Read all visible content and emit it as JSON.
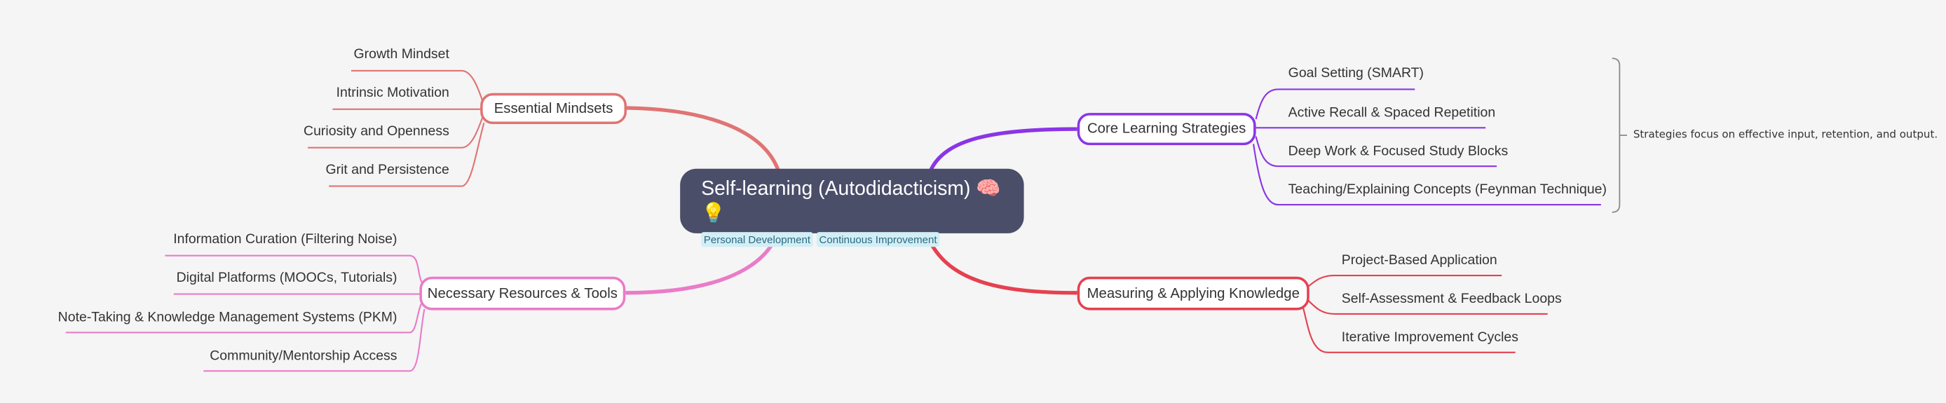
{
  "root": {
    "title": "Self-learning (Autodidacticism)",
    "emoji": "🧠💡",
    "tags": [
      "Personal Development",
      "Continuous Improvement"
    ]
  },
  "branches": {
    "essential": {
      "label": "Essential Mindsets",
      "color": "#e07474",
      "children": [
        "Growth Mindset",
        "Intrinsic Motivation",
        "Curiosity and Openness",
        "Grit and Persistence"
      ]
    },
    "resources": {
      "label": "Necessary Resources & Tools",
      "color": "#e97cc8",
      "children": [
        "Information Curation (Filtering Noise)",
        "Digital Platforms (MOOCs, Tutorials)",
        "Note-Taking & Knowledge Management Systems (PKM)",
        "Community/Mentorship Access"
      ]
    },
    "core": {
      "label": "Core Learning Strategies",
      "color": "#8a35e6",
      "children": [
        "Goal Setting (SMART)",
        "Active Recall & Spaced Repetition",
        "Deep Work & Focused Study Blocks",
        "Teaching/Explaining Concepts (Feynman Technique)"
      ],
      "summary": "Strategies focus on effective input, retention, and output."
    },
    "measuring": {
      "label": "Measuring & Applying Knowledge",
      "color": "#e5414f",
      "children": [
        "Project-Based Application",
        "Self-Assessment & Feedback Loops",
        "Iterative Improvement Cycles"
      ]
    }
  }
}
